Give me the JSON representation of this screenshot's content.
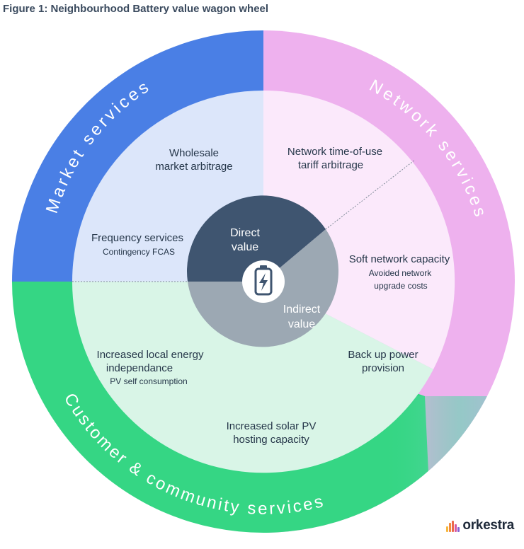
{
  "figure_title": "Figure 1: Neighbourhood Battery value wagon wheel",
  "outer_ring": {
    "market_services": "Market services",
    "network_services": "Network services",
    "customer_services": "Customer & community services"
  },
  "market": {
    "wholesale_line1": "Wholesale",
    "wholesale_line2": "market arbitrage",
    "frequency_title": "Frequency services",
    "frequency_sub": "Contingency FCAS"
  },
  "network": {
    "tou_line1": "Network time-of-use",
    "tou_line2": "tariff arbitrage",
    "soft_title": "Soft network capacity",
    "soft_sub1": "Avoided network",
    "soft_sub2": "upgrade costs",
    "backup_line1": "Back up power",
    "backup_line2": "provision"
  },
  "customer": {
    "local_line1": "Increased local energy",
    "local_line2": "independance",
    "local_sub": "PV self consumption",
    "pv_line1": "Increased solar PV",
    "pv_line2": "hosting capacity"
  },
  "center": {
    "direct_line1": "Direct",
    "direct_line2": "value",
    "indirect_line1": "Indirect",
    "indirect_line2": "value",
    "icon": "battery-charging-icon"
  },
  "logo": {
    "text": "orkestra"
  },
  "colors": {
    "market_ring": "#4a7fe5",
    "network_ring": "#eeb1ee",
    "customer_ring": "#35d684",
    "market_inner": "#dce6fa",
    "network_inner": "#fbe9fb",
    "customer_inner": "#d9f5e7",
    "direct": "#3f5570",
    "indirect": "#9ca8b3",
    "text": "#26374a"
  }
}
